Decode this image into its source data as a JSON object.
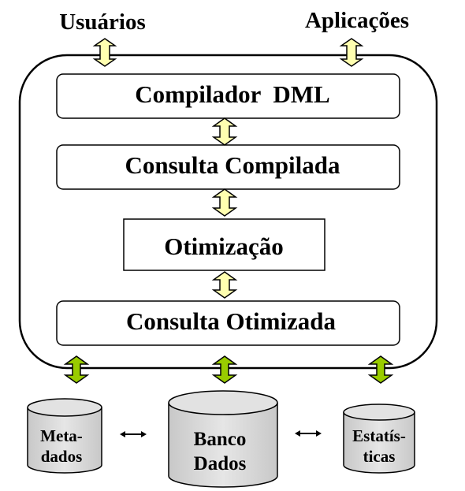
{
  "top_labels": {
    "users": "Usuários",
    "applications": "Aplicações"
  },
  "stages": [
    {
      "label": "Compilador  DML"
    },
    {
      "label": "Consulta Compilada"
    },
    {
      "label": "Otimização"
    },
    {
      "label": "Consulta Otimizada"
    }
  ],
  "storage": {
    "metadata": {
      "line1": "Meta-",
      "line2": "dados"
    },
    "database": {
      "line1": "Banco",
      "line2": "Dados"
    },
    "statistics": {
      "line1": "Estatís-",
      "line2": "ticas"
    }
  },
  "colors": {
    "user_arrow_fill": "#ffffb0",
    "storage_arrow_fill": "#99cc00",
    "cylinder_fill": "#e0e0e0",
    "stroke": "#000000"
  }
}
